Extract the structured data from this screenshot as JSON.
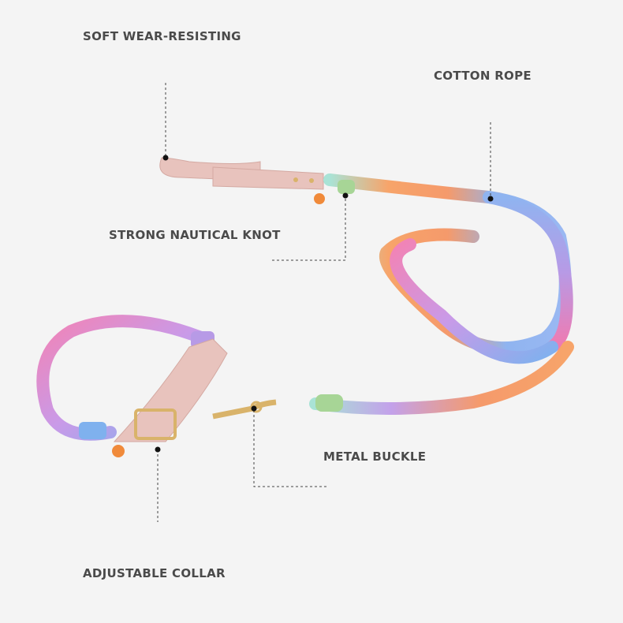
{
  "labels": {
    "handle": "SOFT WEAR-RESISTING",
    "rope": "COTTON ROPE",
    "knot": "STRONG NAUTICAL KNOT",
    "buckle": "METAL BUCKLE",
    "collar": "ADJUSTABLE COLLAR"
  },
  "colors": {
    "background": "#f4f4f4",
    "label_text": "#4a4a4a",
    "leather": "#e8c3bd",
    "hardware": "#d9b36a"
  }
}
